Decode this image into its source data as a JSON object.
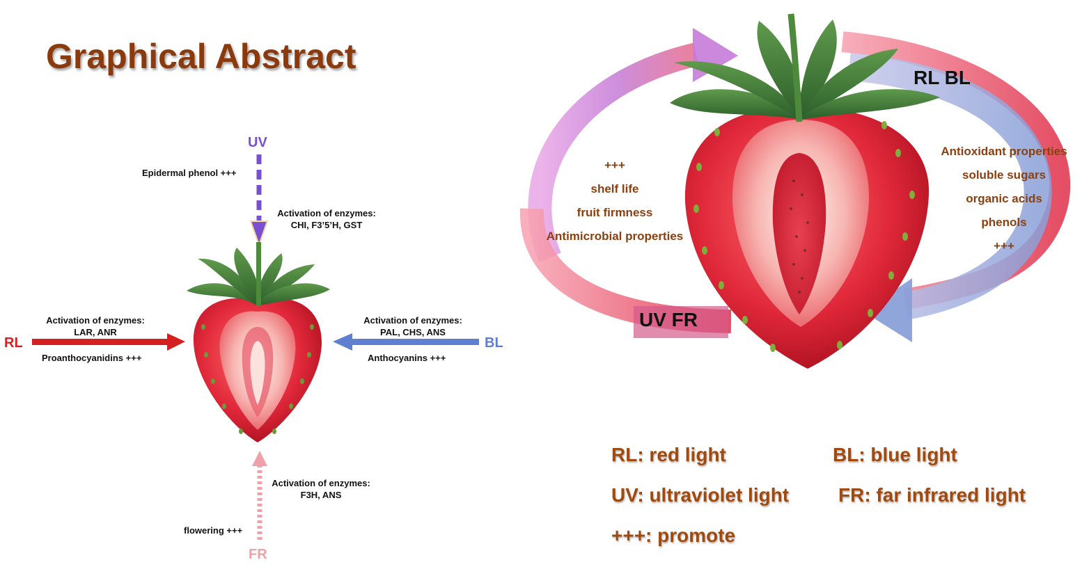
{
  "title": "Graphical Abstract",
  "left_diagram": {
    "uv": {
      "label": "UV",
      "effect": "Epidermal phenol +++",
      "enzymes_title": "Activation of enzymes:",
      "enzymes": "CHI, F3’5’H, GST",
      "color": "#7a4fd0"
    },
    "rl": {
      "label": "RL",
      "enzymes_title": "Activation of enzymes:",
      "enzymes": "LAR, ANR",
      "effect": "Proanthocyanidins +++",
      "color": "#d42020"
    },
    "bl": {
      "label": "BL",
      "enzymes_title": "Activation of enzymes:",
      "enzymes": "PAL, CHS, ANS",
      "effect": "Anthocyanins +++",
      "color": "#5f7fd0"
    },
    "fr": {
      "label": "FR",
      "enzymes_title": "Activation of enzymes:",
      "enzymes": "F3H, ANS",
      "effect": "flowering +++",
      "color": "#f0a0a8"
    }
  },
  "right_diagram": {
    "cycle_labels": [
      "RL BL",
      "UV FR"
    ],
    "left_props": [
      "+++",
      "shelf life",
      "fruit firmness",
      "Antimicrobial properties"
    ],
    "right_props": [
      "Antioxidant properties",
      "soluble sugars",
      "organic acids",
      "phenols",
      "+++"
    ]
  },
  "legend": [
    "RL: red light",
    "BL: blue light",
    "UV: ultraviolet light",
    "FR: far infrared light",
    "+++: promote"
  ]
}
